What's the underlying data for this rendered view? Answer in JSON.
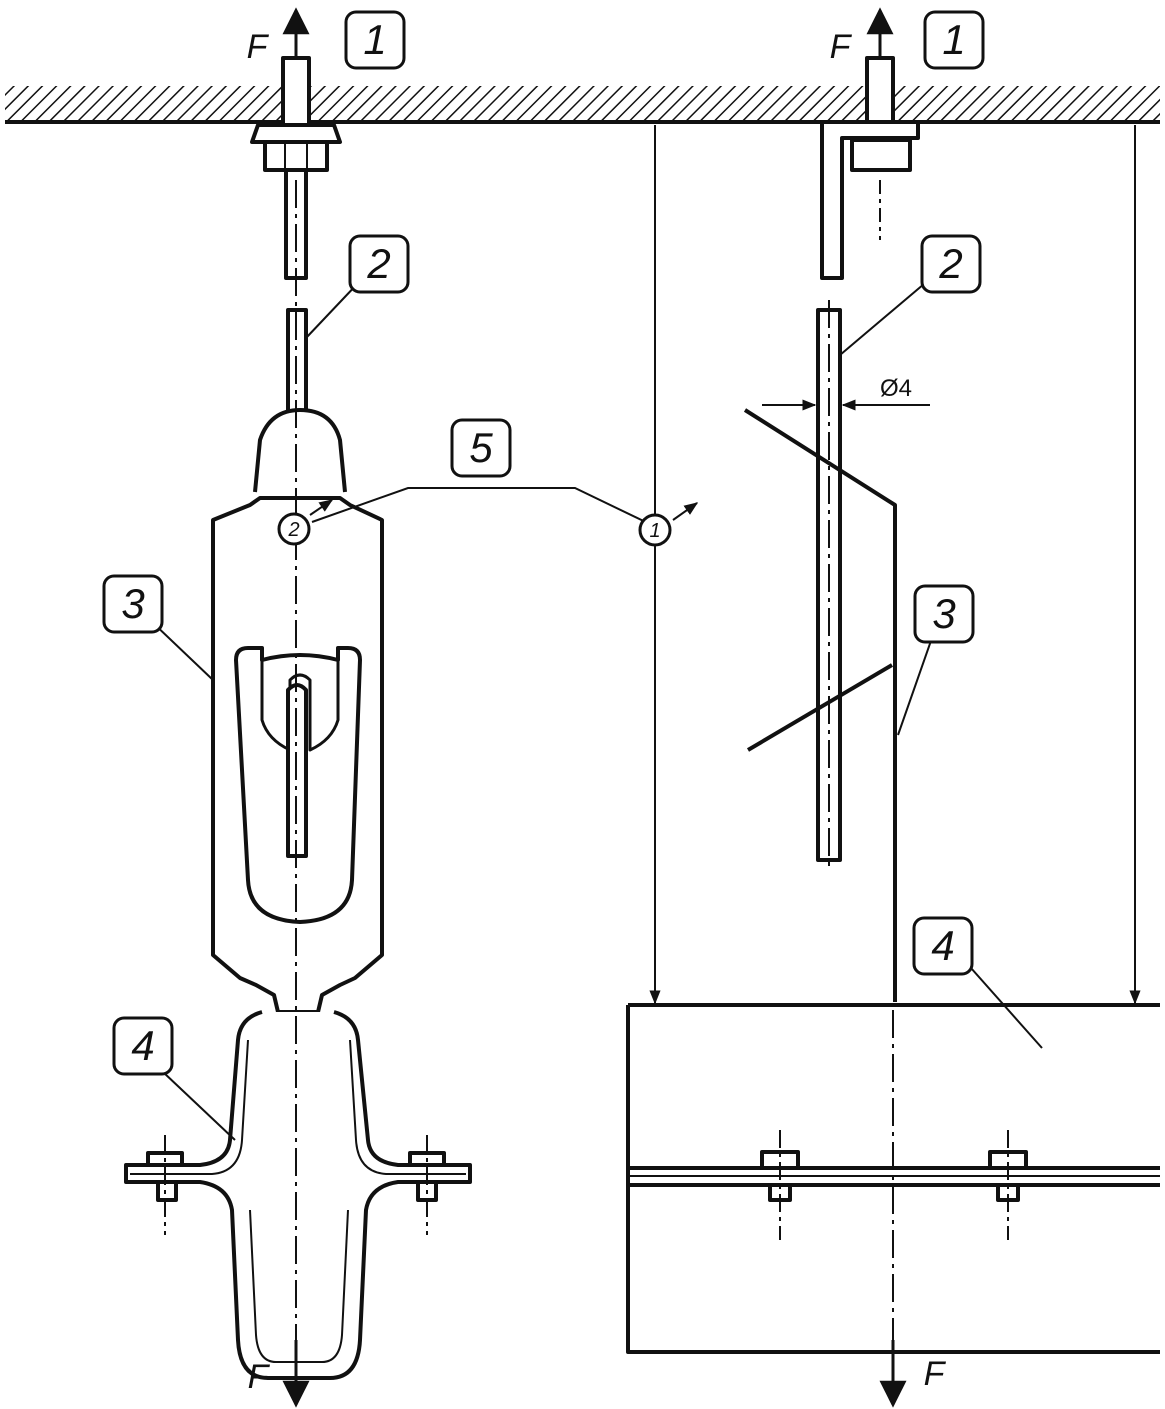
{
  "labels": {
    "c1": "1",
    "c2": "2",
    "c3": "3",
    "c4": "4",
    "c5": "5",
    "weld_left": "2",
    "weld_right": "1",
    "force": "F",
    "diameter": "Ø4"
  },
  "colors": {
    "ink": "#111111",
    "background": "#ffffff"
  }
}
